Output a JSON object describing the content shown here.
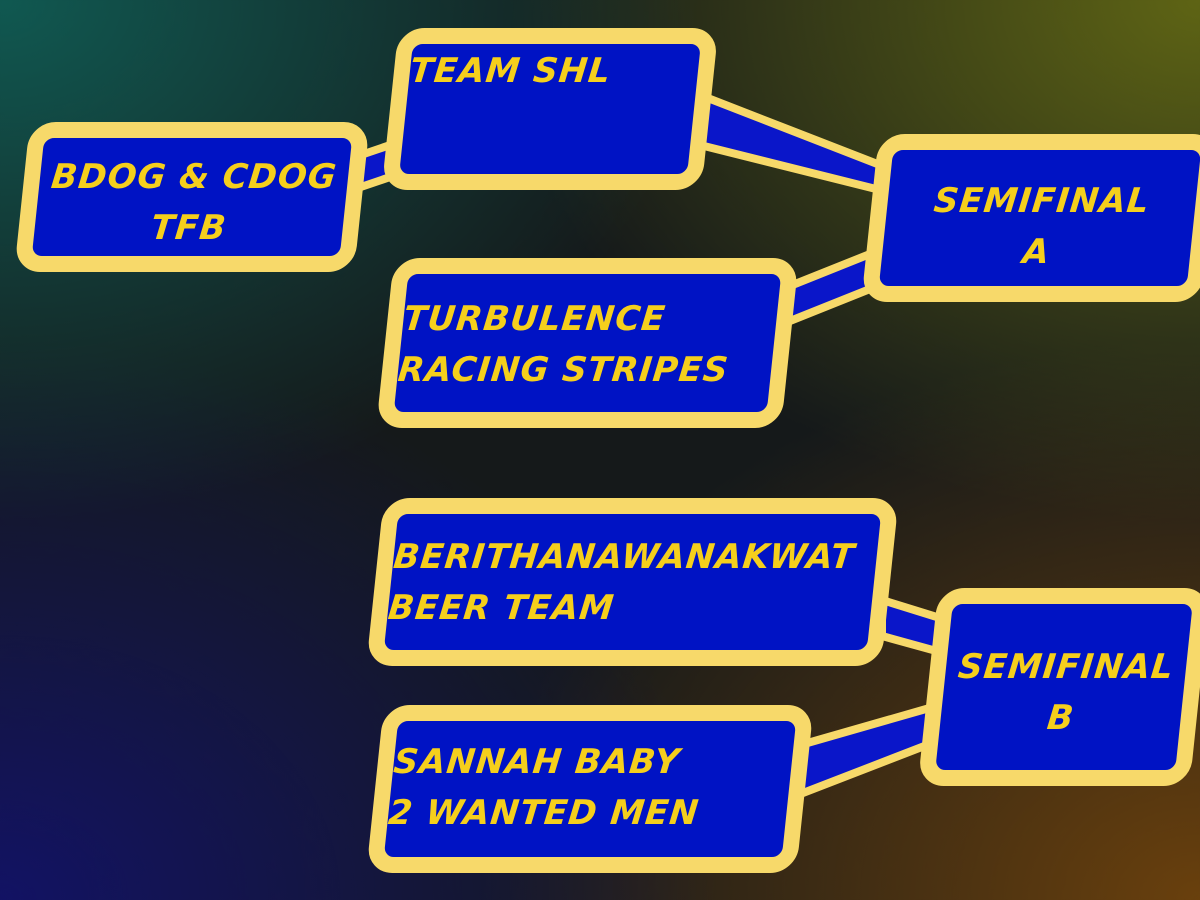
{
  "colors": {
    "box_fill": "#0013c4",
    "box_border": "#f7d96a",
    "text": "#f5cf1c",
    "connector": "#0a16c9"
  },
  "teams": {
    "bdog_cdog": [
      "Bdog  & Cdog",
      "TFB"
    ],
    "team_shl": [
      "Team SHL"
    ],
    "turbulence": [
      "Turbulence",
      "Racing Stripes"
    ],
    "berithanawanakwat": [
      "Berithanawanakwat",
      "Beer Team"
    ],
    "sannah_baby": [
      "Sannah Baby",
      "2 Wanted Men"
    ]
  },
  "semifinals": {
    "a": [
      "Semifinal",
      "A"
    ],
    "b": [
      "Semifinal",
      "B"
    ]
  }
}
